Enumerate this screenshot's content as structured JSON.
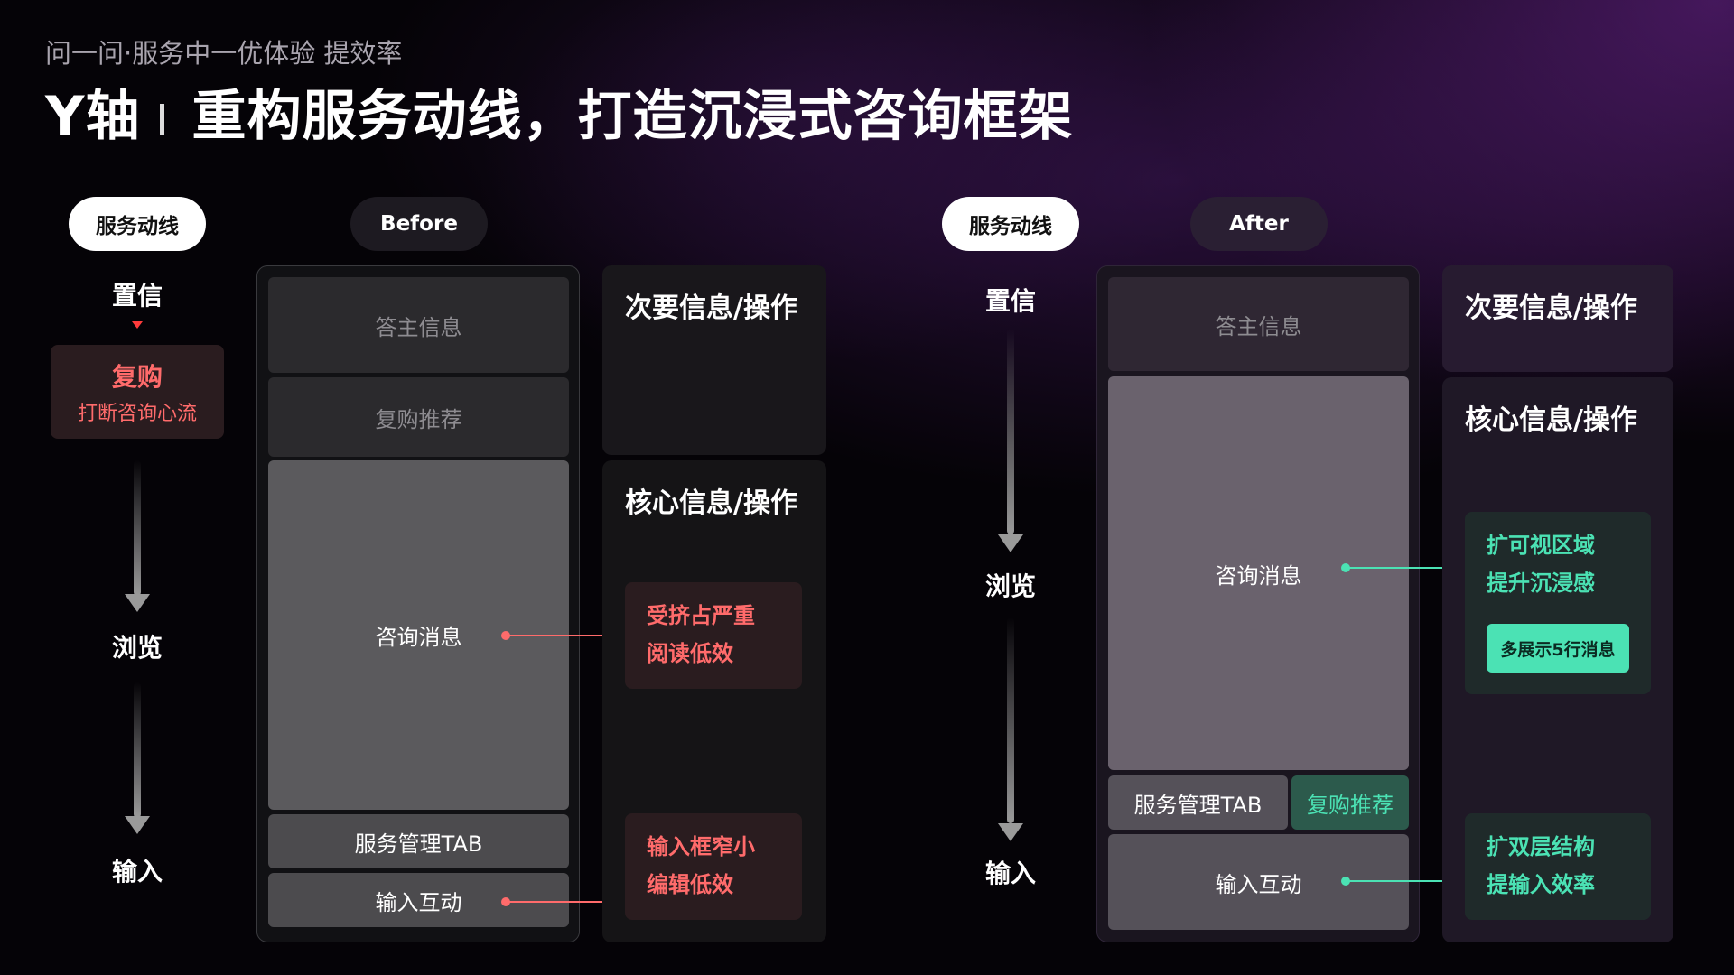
{
  "header": {
    "subtitle": "问一问·服务中一优体验 提效率",
    "title_prefix": "Y轴",
    "title_main": "重构服务动线，打造沉浸式咨询框架"
  },
  "before": {
    "flow_pill": "服务动线",
    "tab_pill": "Before",
    "stages": [
      "置信",
      "浏览",
      "输入"
    ],
    "interrupt": {
      "title": "复购",
      "desc": "打断咨询心流"
    },
    "blocks": {
      "answerer": "答主信息",
      "repurchase": "复购推荐",
      "messages": "咨询消息",
      "service_tab": "服务管理TAB",
      "input": "输入互动"
    },
    "side": {
      "secondary": "次要信息/操作",
      "core": "核心信息/操作",
      "issue1": [
        "受挤占严重",
        "阅读低效"
      ],
      "issue2": [
        "输入框窄小",
        "编辑低效"
      ]
    }
  },
  "after": {
    "flow_pill": "服务动线",
    "tab_pill": "After",
    "stages": [
      "置信",
      "浏览",
      "输入"
    ],
    "blocks": {
      "answerer": "答主信息",
      "messages": "咨询消息",
      "service_tab": "服务管理TAB",
      "repurchase": "复购推荐",
      "input": "输入互动"
    },
    "side": {
      "secondary": "次要信息/操作",
      "core": "核心信息/操作",
      "gain1": [
        "扩可视区域",
        "提升沉浸感"
      ],
      "gain1_button": "多展示5行消息",
      "gain2": [
        "扩双层结构",
        "提输入效率"
      ]
    }
  },
  "colors": {
    "issue": "#ff6b6b",
    "gain": "#4be2b4",
    "marker": "#ff3b3b"
  }
}
